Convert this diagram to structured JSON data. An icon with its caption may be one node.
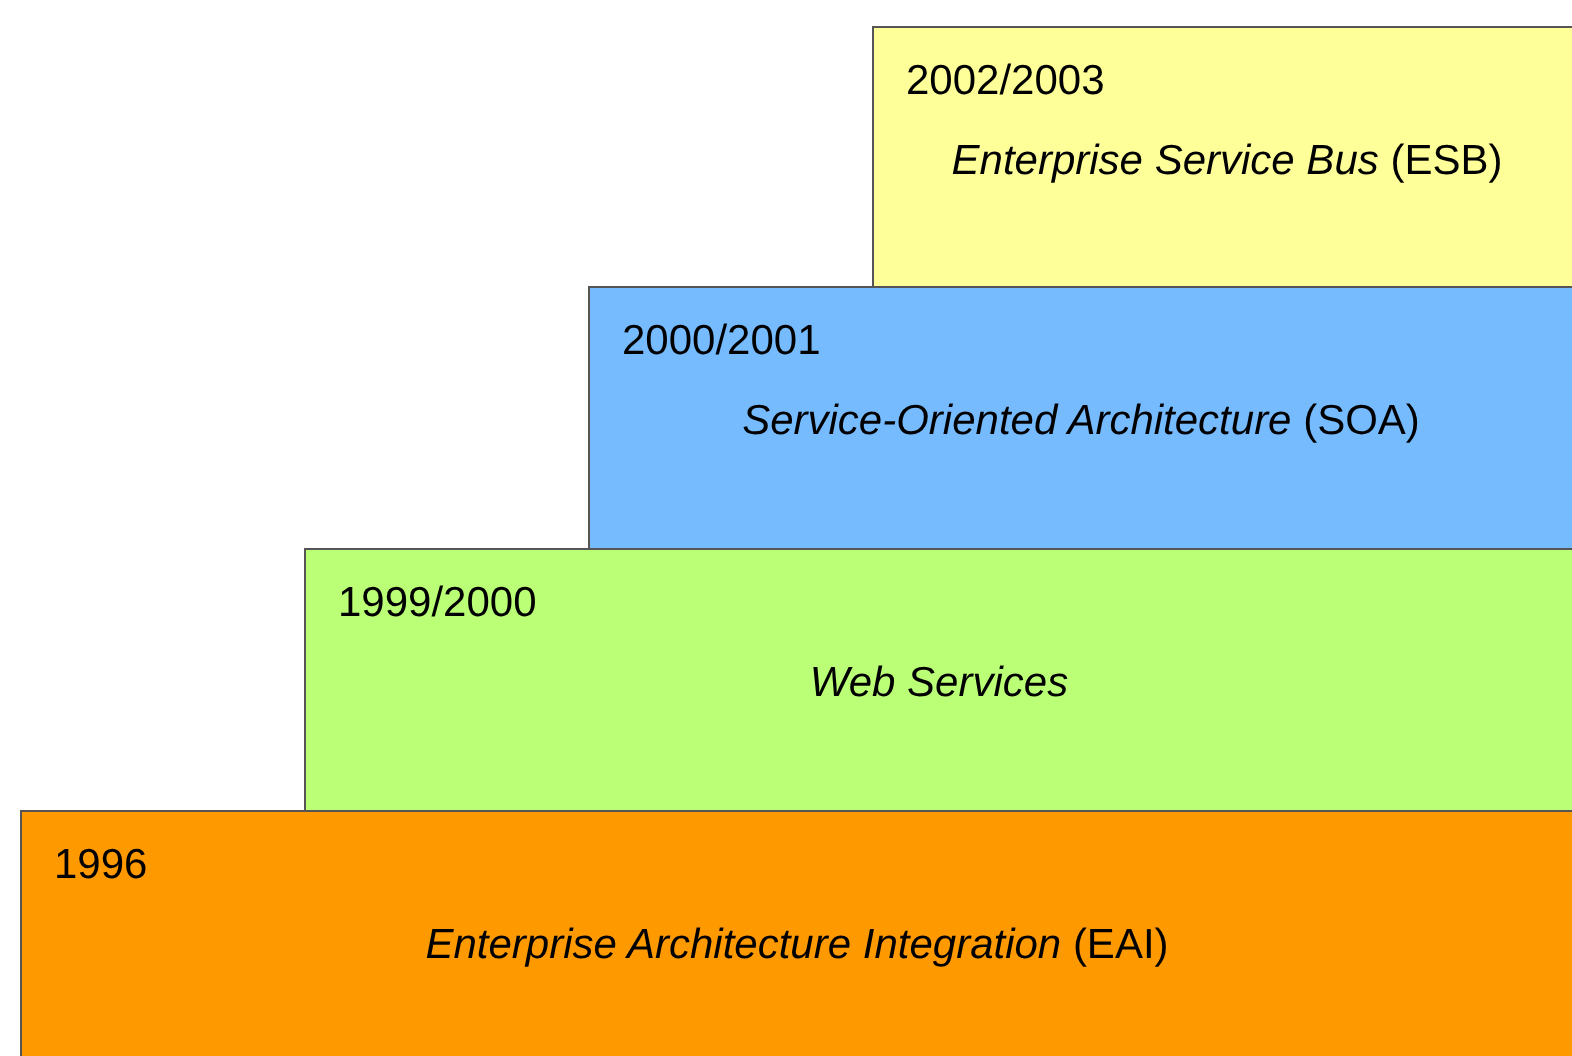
{
  "diagram": {
    "nodes": [
      {
        "text": [
          "2002/2003",
          "*Enterprise Service Bus* (ESB)"
        ]
      },
      {
        "text": [
          "2000/2001",
          "*Service-Oriented Architecture* (SOA)"
        ]
      },
      {
        "text": [
          "1999/2000",
          "*Web Services*"
        ]
      },
      {
        "text": [
          "1996",
          "*Enterprise Architecture Integration* (EAI)"
        ]
      }
    ]
  }
}
